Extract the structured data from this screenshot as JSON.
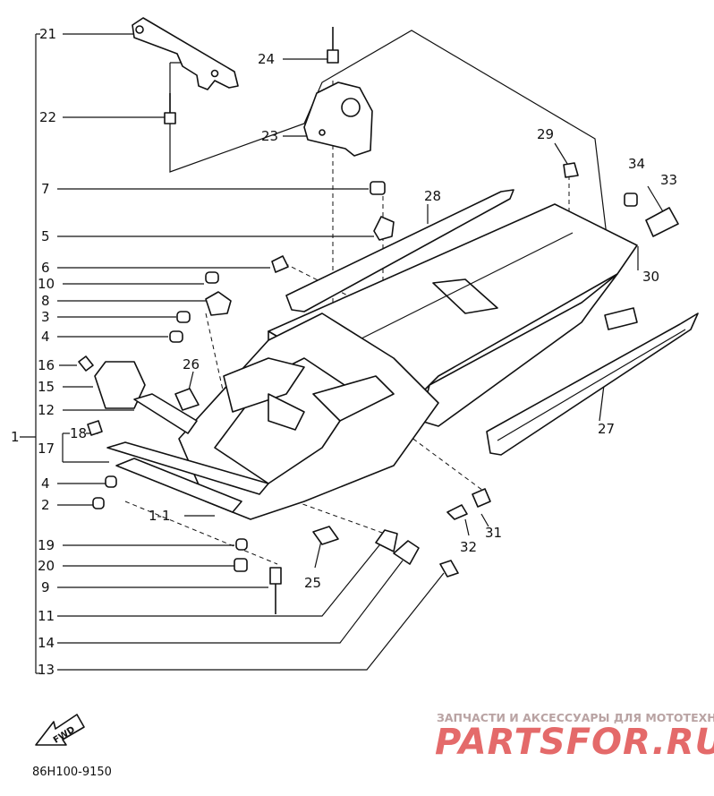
{
  "diagram": {
    "labels_left": [
      "21",
      "22",
      "7",
      "5",
      "6",
      "10",
      "8",
      "3",
      "4",
      "16",
      "15",
      "12",
      "1",
      "17",
      "18",
      "4",
      "2",
      "1-1",
      "19",
      "20",
      "9",
      "11",
      "14",
      "13"
    ],
    "labels_other": [
      "24",
      "23",
      "28",
      "29",
      "34",
      "33",
      "30",
      "26",
      "27",
      "31",
      "32",
      "25"
    ],
    "fwd_text": "FWD",
    "code": "86H100-9150"
  },
  "watermark": {
    "tagline": "ЗАПЧАСТИ И АКСЕССУАРЫ ДЛЯ МОТОТЕХНИКИ",
    "brand": "PARTSFOR.RU"
  },
  "colors": {
    "ink": "#111111",
    "brand": "#e46a6a",
    "tagline": "#b9a3a3"
  }
}
